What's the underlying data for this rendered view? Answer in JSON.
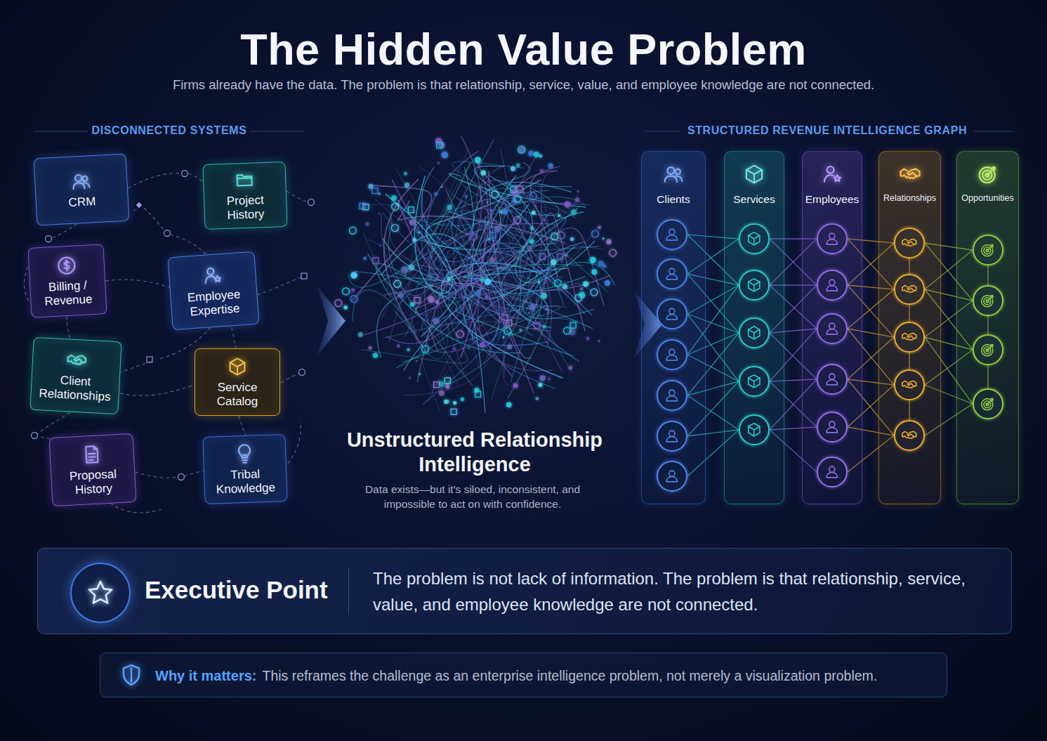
{
  "diagram": {
    "title": "The Hidden Value Problem",
    "caption": "Firms already have the data. The problem is that relationship, service, value, and employee knowledge are not connected.",
    "nodes": [
      {
        "text": [
          "CRM"
        ]
      },
      {
        "text": [
          "Project History"
        ]
      },
      {
        "text": [
          "Billing / Revenue"
        ]
      },
      {
        "text": [
          "Employee Expertise"
        ]
      },
      {
        "text": [
          "Client Relationships"
        ]
      },
      {
        "text": [
          "Service Catalog"
        ]
      },
      {
        "text": [
          "Proposal History"
        ]
      },
      {
        "text": [
          "Tribal Knowledge"
        ]
      },
      {
        "text": [
          "Clients"
        ]
      },
      {
        "text": [
          "Services"
        ]
      },
      {
        "text": [
          "Employees"
        ]
      },
      {
        "text": [
          "Relationships"
        ]
      },
      {
        "text": [
          "Opportunities"
        ]
      },
      {
        "text": [
          "Executive Point",
          "The problem is not lack of information. The problem is that relationship, service, value, and employee knowledge are not connected."
        ]
      },
      {
        "text": [
          "Why it matters:",
          "This reframes the challenge as an enterprise intelligence problem, not merely a visualization problem."
        ]
      }
    ],
    "labels": [
      "DISCONNECTED SYSTEMS",
      "Unstructured Relationship Intelligence",
      "Data exists—but it's siloed, inconsistent, and impossible to act on with confidence.",
      "STRUCTURED REVENUE INTELLIGENCE GRAPH"
    ]
  }
}
